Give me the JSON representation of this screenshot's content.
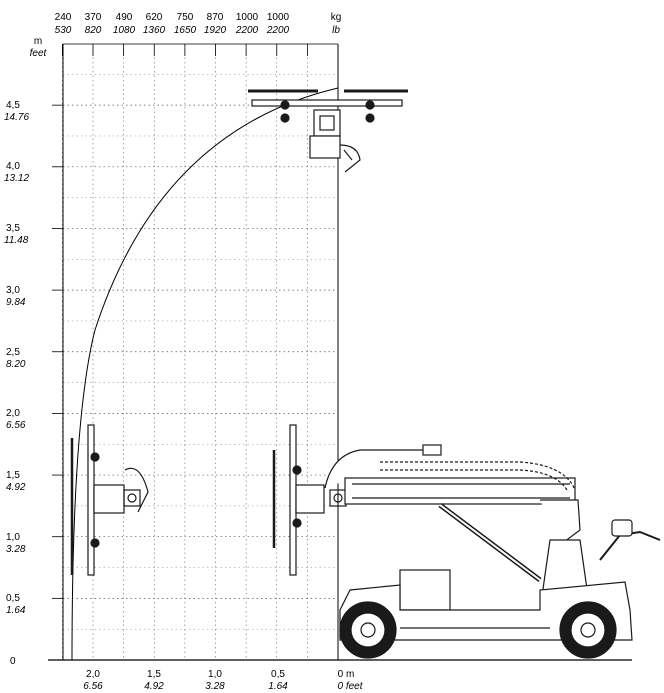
{
  "header": {
    "kg_values": [
      "240",
      "370",
      "490",
      "620",
      "750",
      "870",
      "1000",
      "1000"
    ],
    "lb_values": [
      "530",
      "820",
      "1080",
      "1360",
      "1650",
      "1920",
      "2200",
      "2200"
    ],
    "kg_unit": "kg",
    "lb_unit": "lb"
  },
  "y_axis": {
    "unit_m": "m",
    "unit_ft": "feet",
    "ticks": [
      {
        "m": "4,5",
        "ft": "14.76",
        "value": 4.5
      },
      {
        "m": "4,0",
        "ft": "13.12",
        "value": 4.0
      },
      {
        "m": "3,5",
        "ft": "11.48",
        "value": 3.5
      },
      {
        "m": "3,0",
        "ft": "9.84",
        "value": 3.0
      },
      {
        "m": "2,5",
        "ft": "8.20",
        "value": 2.5
      },
      {
        "m": "2,0",
        "ft": "6.56",
        "value": 2.0
      },
      {
        "m": "1,5",
        "ft": "4.92",
        "value": 1.5
      },
      {
        "m": "1,0",
        "ft": "3.28",
        "value": 1.0
      },
      {
        "m": "0,5",
        "ft": "1.64",
        "value": 0.5
      },
      {
        "m": "0",
        "ft": "",
        "value": 0
      }
    ]
  },
  "x_axis": {
    "ticks": [
      {
        "m": "2,0",
        "ft": "6.56",
        "value": 2.0
      },
      {
        "m": "1,5",
        "ft": "4.92",
        "value": 1.5
      },
      {
        "m": "1,0",
        "ft": "3.28",
        "value": 1.0
      },
      {
        "m": "0,5",
        "ft": "1.64",
        "value": 0.5
      },
      {
        "m": "0 m",
        "ft": "0 feet",
        "value": 0
      }
    ]
  },
  "colors": {
    "line": "#000000",
    "grid": "#8a8a8a",
    "machine": "#1a1a1a"
  }
}
